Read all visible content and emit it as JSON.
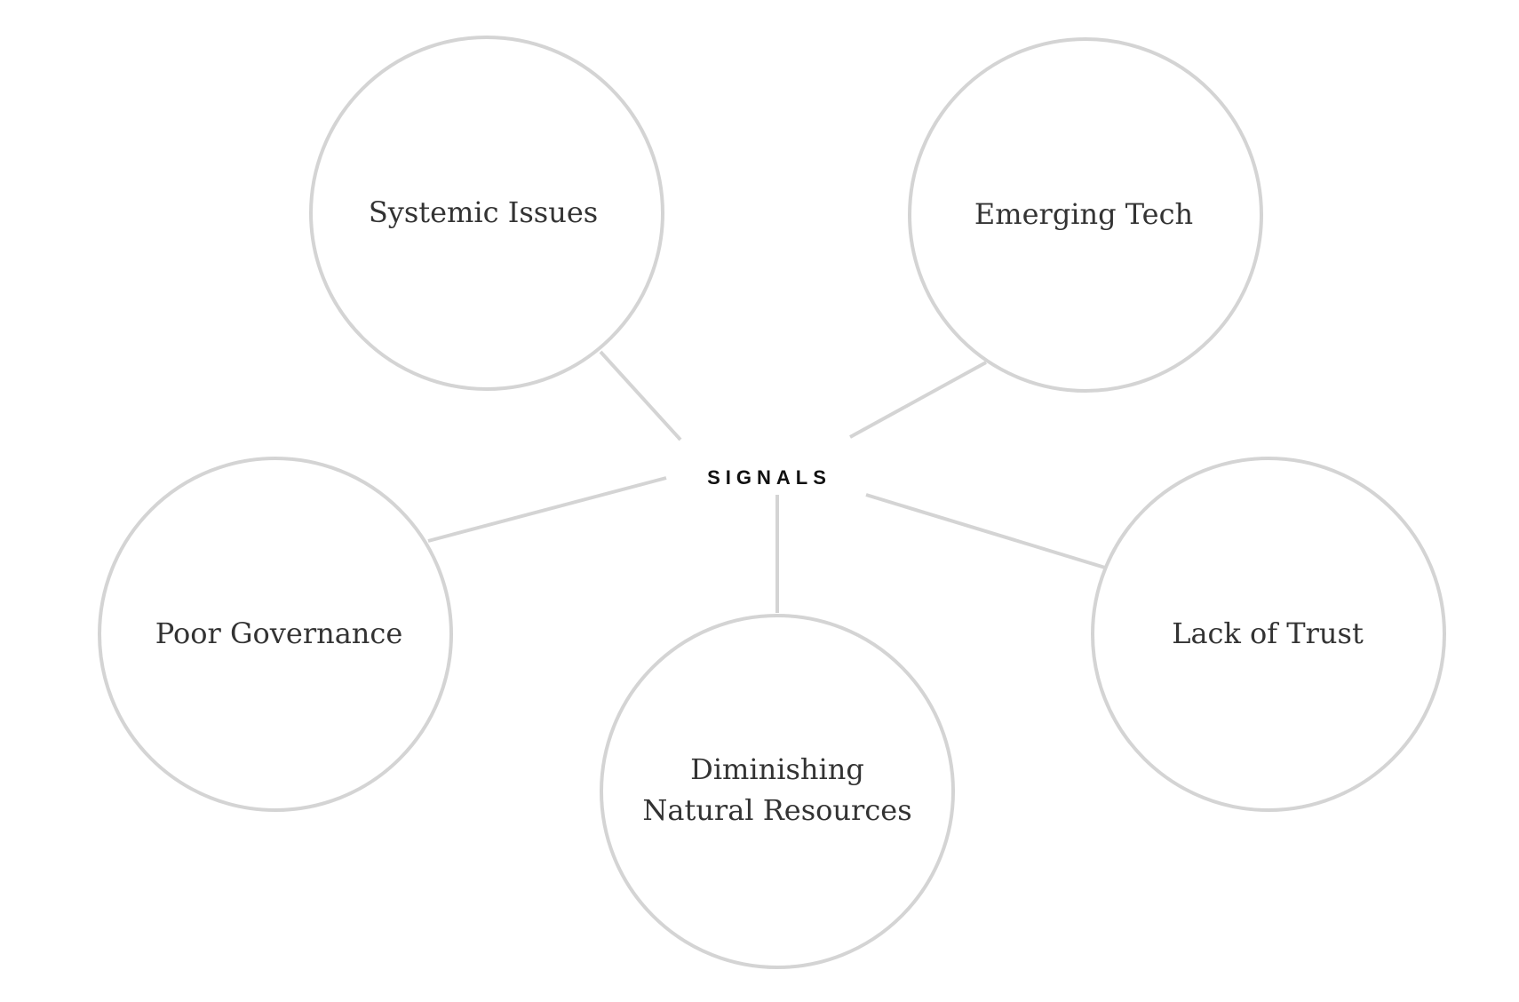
{
  "diagram": {
    "center": {
      "label": "SIGNALS"
    },
    "nodes": [
      {
        "id": "systemic-issues",
        "lines": [
          "Systemic Issues"
        ]
      },
      {
        "id": "emerging-tech",
        "lines": [
          "Emerging Tech"
        ]
      },
      {
        "id": "poor-governance",
        "lines": [
          "Poor Governance"
        ]
      },
      {
        "id": "lack-of-trust",
        "lines": [
          "Lack of Trust"
        ]
      },
      {
        "id": "diminishing-natural-resources",
        "lines": [
          "Diminishing",
          "Natural Resources"
        ]
      }
    ],
    "colors": {
      "stroke": "#d4d4d4",
      "node_text": "#333333",
      "center_text": "#111111",
      "background": "#ffffff"
    }
  }
}
